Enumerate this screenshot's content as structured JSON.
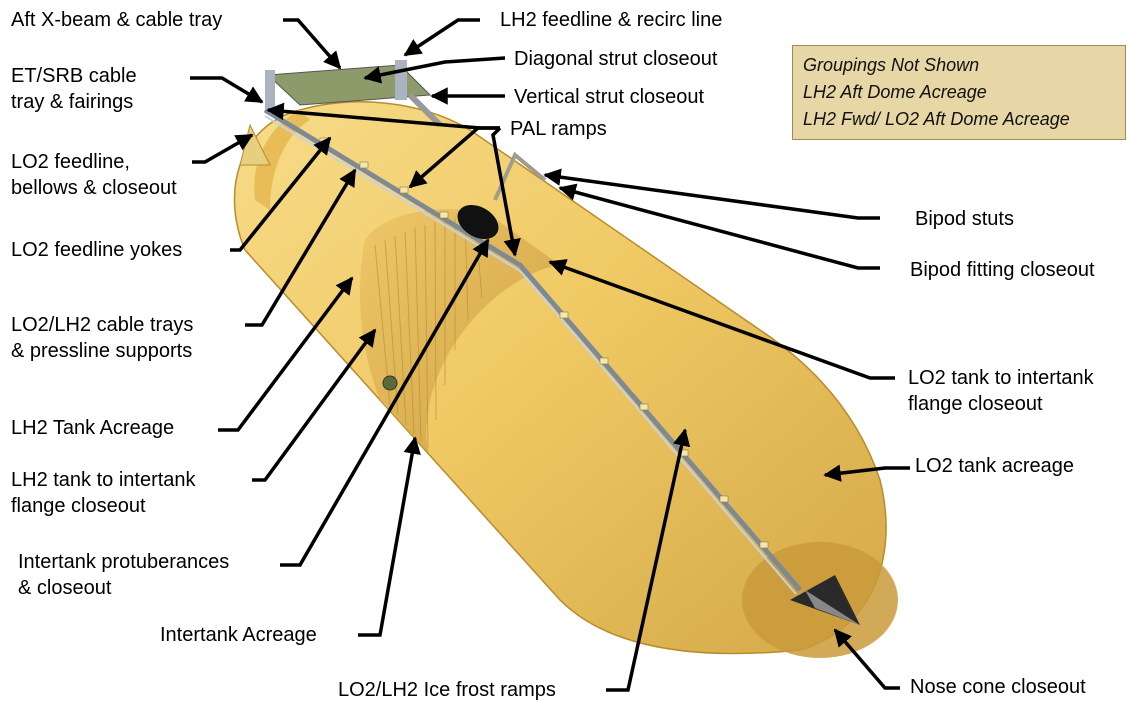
{
  "labels": {
    "aft_xbeam": "Aft X-beam & cable tray",
    "lh2_feedline": "LH2 feedline & recirc line",
    "diagonal_strut": "Diagonal strut closeout",
    "et_srb_1": "ET/SRB cable",
    "et_srb_2": "tray & fairings",
    "vertical_strut": "Vertical strut closeout",
    "pal_ramps": "PAL ramps",
    "lo2_feedline_1": "LO2 feedline,",
    "lo2_feedline_2": "bellows & closeout",
    "bipod_struts": "Bipod stuts",
    "lo2_yokes": "LO2 feedline yokes",
    "bipod_fitting": "Bipod fitting closeout",
    "cable_trays_1": "LO2/LH2 cable trays",
    "cable_trays_2": "& pressline supports",
    "lo2_intertank_1": "LO2 tank to intertank",
    "lo2_intertank_2": "flange closeout",
    "lh2_acreage": "LH2 Tank Acreage",
    "lh2_intertank_1": "LH2 tank to intertank",
    "lh2_intertank_2": "flange closeout",
    "lo2_acreage": "LO2 tank acreage",
    "protuberances_1": "Intertank protuberances",
    "protuberances_2": "& closeout",
    "intertank_acreage": "Intertank Acreage",
    "ice_frost": "LO2/LH2 Ice frost ramps",
    "nose_cone": "Nose cone closeout"
  },
  "legend": {
    "line1": "Groupings Not Shown",
    "line2": "LH2 Aft Dome Acreage",
    "line3": "LH2 Fwd/ LO2 Aft Dome Acreage"
  },
  "colors": {
    "tank": "#f0c964",
    "tank_shadow": "#c9a043",
    "intertank": "#e2b452",
    "nose_dark": "#b88c2a",
    "legend_bg": "#e8d7a6"
  }
}
